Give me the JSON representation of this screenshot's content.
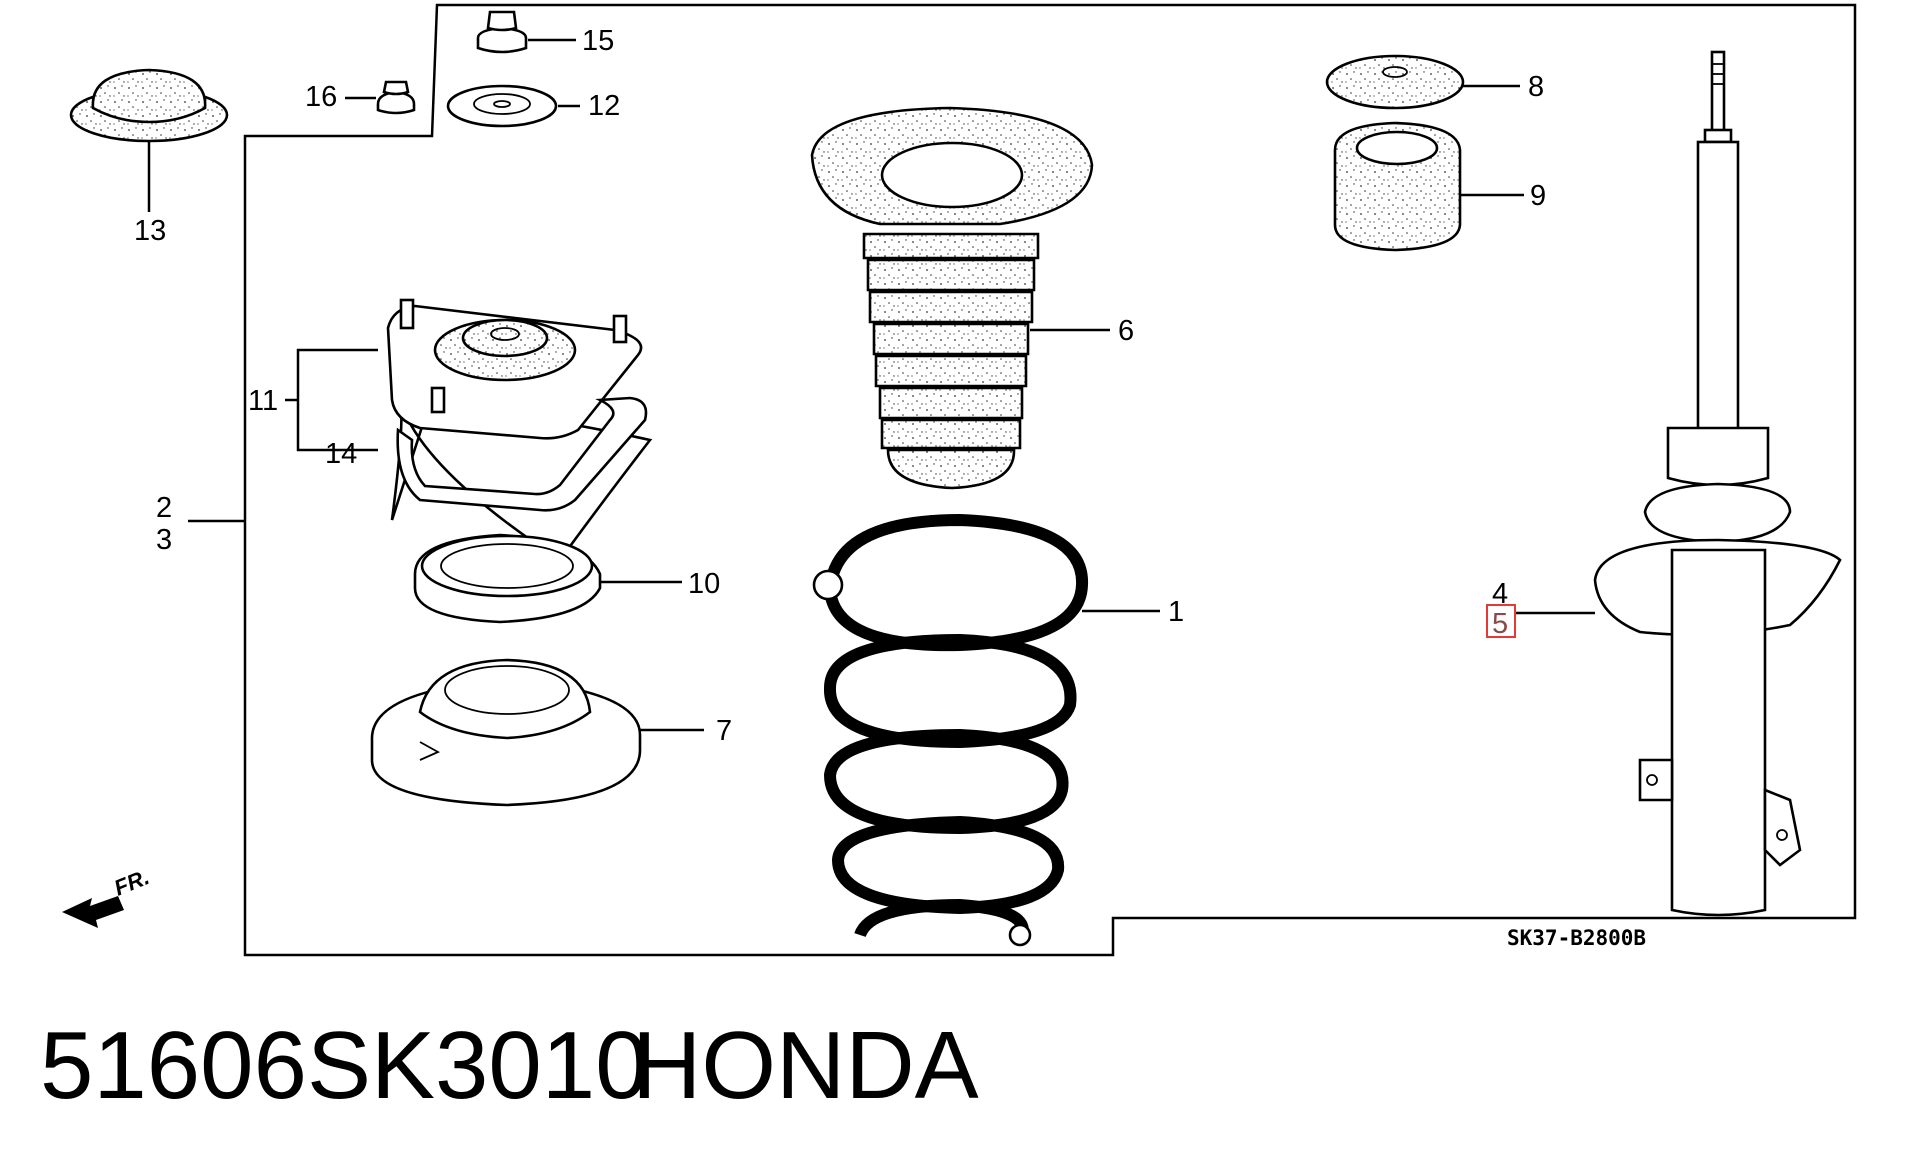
{
  "diagram": {
    "callouts": {
      "c1": "1",
      "c2": "2",
      "c3": "3",
      "c4": "4",
      "c5": "5",
      "c6": "6",
      "c7": "7",
      "c8": "8",
      "c9": "9",
      "c10": "10",
      "c11": "11",
      "c12": "12",
      "c13": "13",
      "c14": "14",
      "c15": "15",
      "c16": "16"
    },
    "highlighted_callout": "5",
    "direction_label": "FR.",
    "reference_code": "SK37-B2800B"
  },
  "caption": {
    "part_number": "51606SK3010",
    "brand": "HONDA"
  },
  "colors": {
    "highlight_box": "#e53935",
    "highlight_text": "#8a4a4a",
    "ink": "#000000"
  }
}
